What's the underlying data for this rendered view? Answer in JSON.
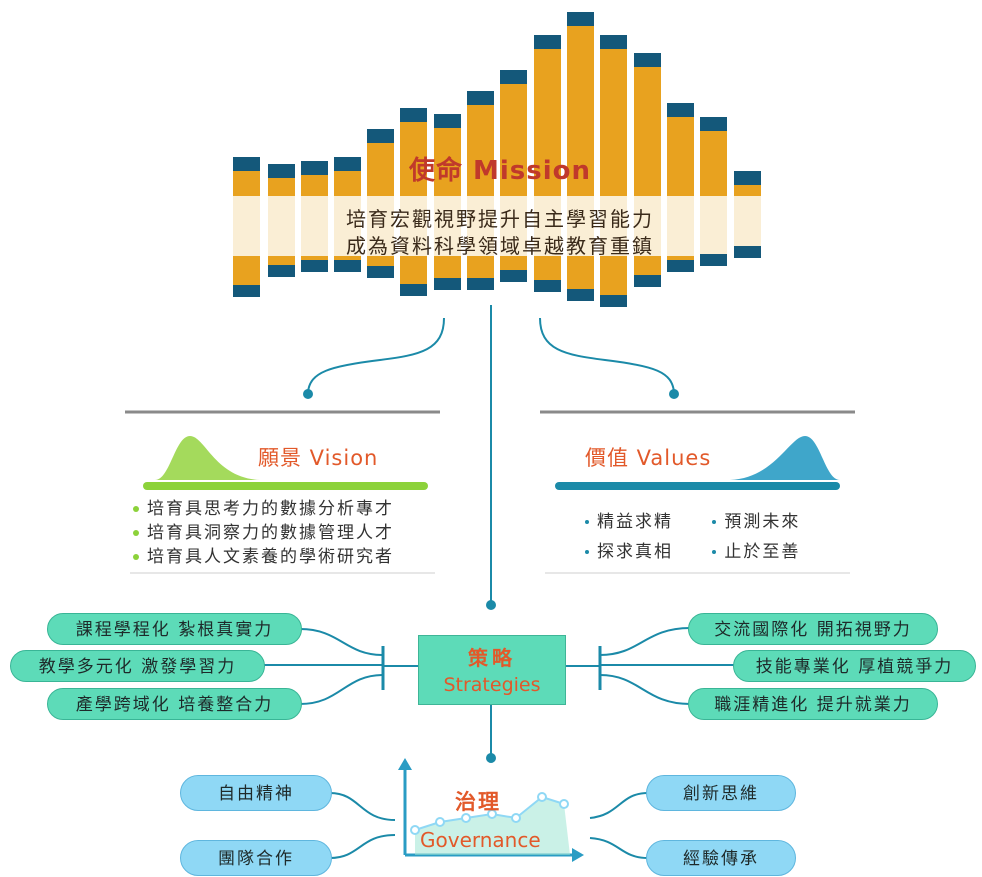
{
  "mission": {
    "title": "使命 Mission",
    "line1": "培育宏觀視野提升自主學習能力",
    "line2": "成為資料科學領域卓越教育重鎮"
  },
  "vision": {
    "title": "願景 Vision",
    "items": [
      "培育具思考力的數據分析專才",
      "培育具洞察力的數據管理人才",
      "培育具人文素養的學術研究者"
    ]
  },
  "values": {
    "title": "價值 Values",
    "items": [
      "精益求精",
      "預測未來",
      "探求真相",
      "止於至善"
    ]
  },
  "strategies": {
    "title_zh": "策略",
    "title_en": "Strategies",
    "left": [
      "課程學程化  紮根真實力",
      "教學多元化  激發學習力",
      "產學跨域化  培養整合力"
    ],
    "right": [
      "交流國際化  開拓視野力",
      "技能專業化  厚植競爭力",
      "職涯精進化  提升就業力"
    ]
  },
  "governance": {
    "title_zh": "治理",
    "title_en": "Governance",
    "left": [
      "自由精神",
      "團隊合作"
    ],
    "right": [
      "創新思維",
      "經驗傳承"
    ]
  },
  "colors": {
    "navy": "#14587a",
    "amber": "#e8a21f",
    "cream": "#faeed5",
    "teal": "#1b8aa8",
    "green": "#5ddbb8",
    "blue": "#8fd8f5",
    "orange": "#e2592a"
  }
}
